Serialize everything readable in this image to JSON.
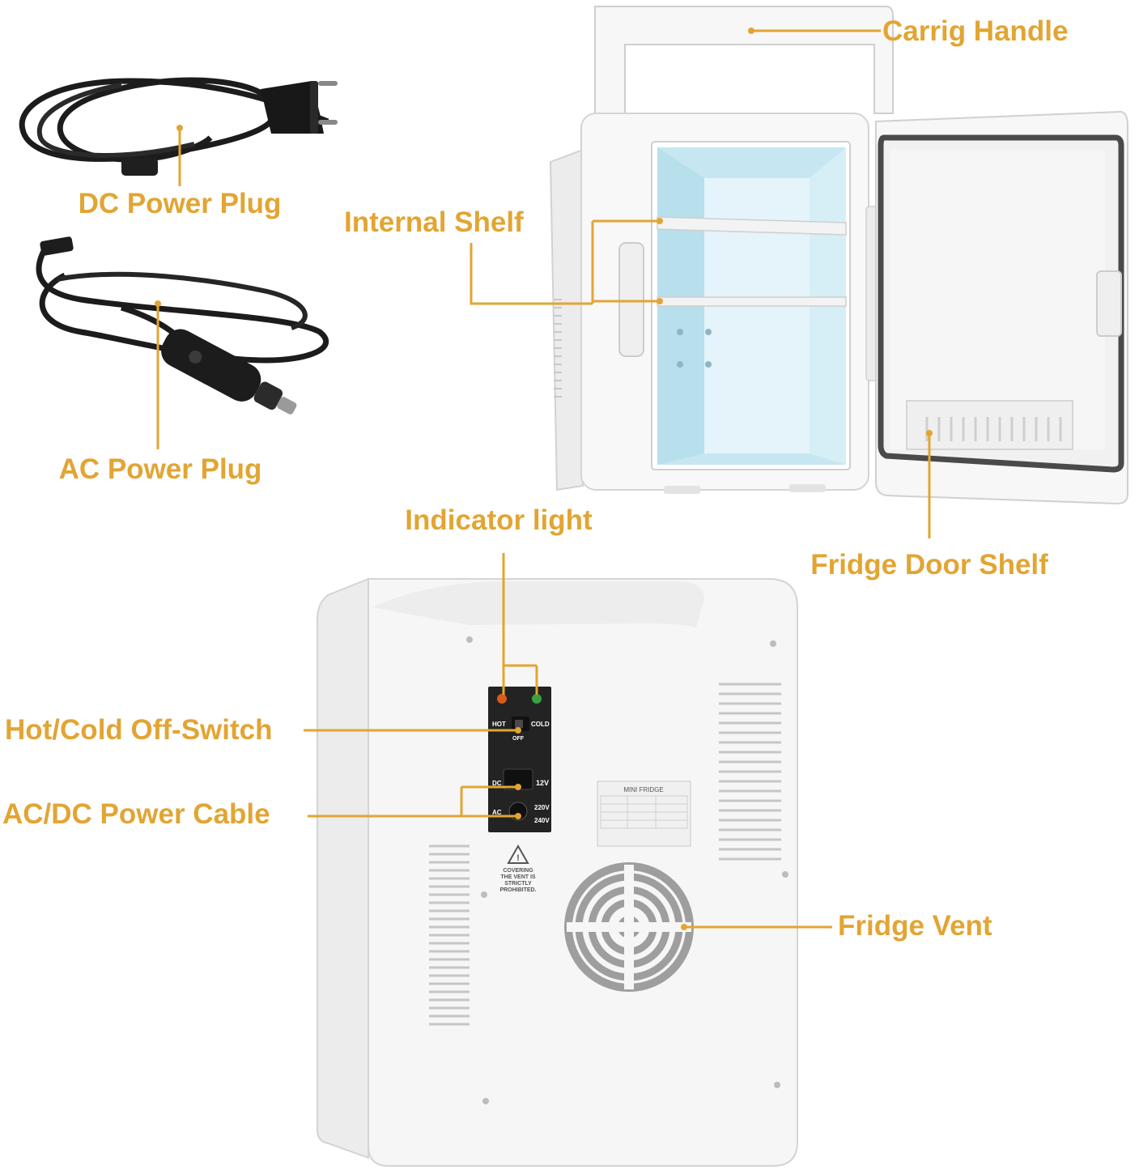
{
  "colors": {
    "label": "#e2a533",
    "leader": "#e2a533",
    "fridge_body": "#f6f6f6",
    "fridge_edge": "#d4d4d4",
    "interior": "#c4e6f1",
    "cable": "#1c1c1c",
    "panel": "#232323"
  },
  "callouts": {
    "carry_handle": "Carrig Handle",
    "dc_power_plug": "DC Power Plug",
    "internal_shelf": "Internal Shelf",
    "ac_power_plug": "AC Power Plug",
    "indicator_light": "Indicator light",
    "fridge_door_shelf": "Fridge Door Shelf",
    "hot_cold_switch": "Hot/Cold Off-Switch",
    "ac_dc_power_cable": "AC/DC Power Cable",
    "fridge_vent": "Fridge Vent"
  },
  "control_panel": {
    "hot": "HOT",
    "cold": "COLD",
    "off": "OFF",
    "dc": "DC",
    "v12": "12V",
    "ac": "AC",
    "v220": "220V",
    "v240": "240V"
  },
  "warning": {
    "lines": [
      "COVERING",
      "THE VENT IS",
      "STRICTLY",
      "PROHIBITED."
    ]
  },
  "rating_label": {
    "title": "MINI FRIDGE"
  }
}
